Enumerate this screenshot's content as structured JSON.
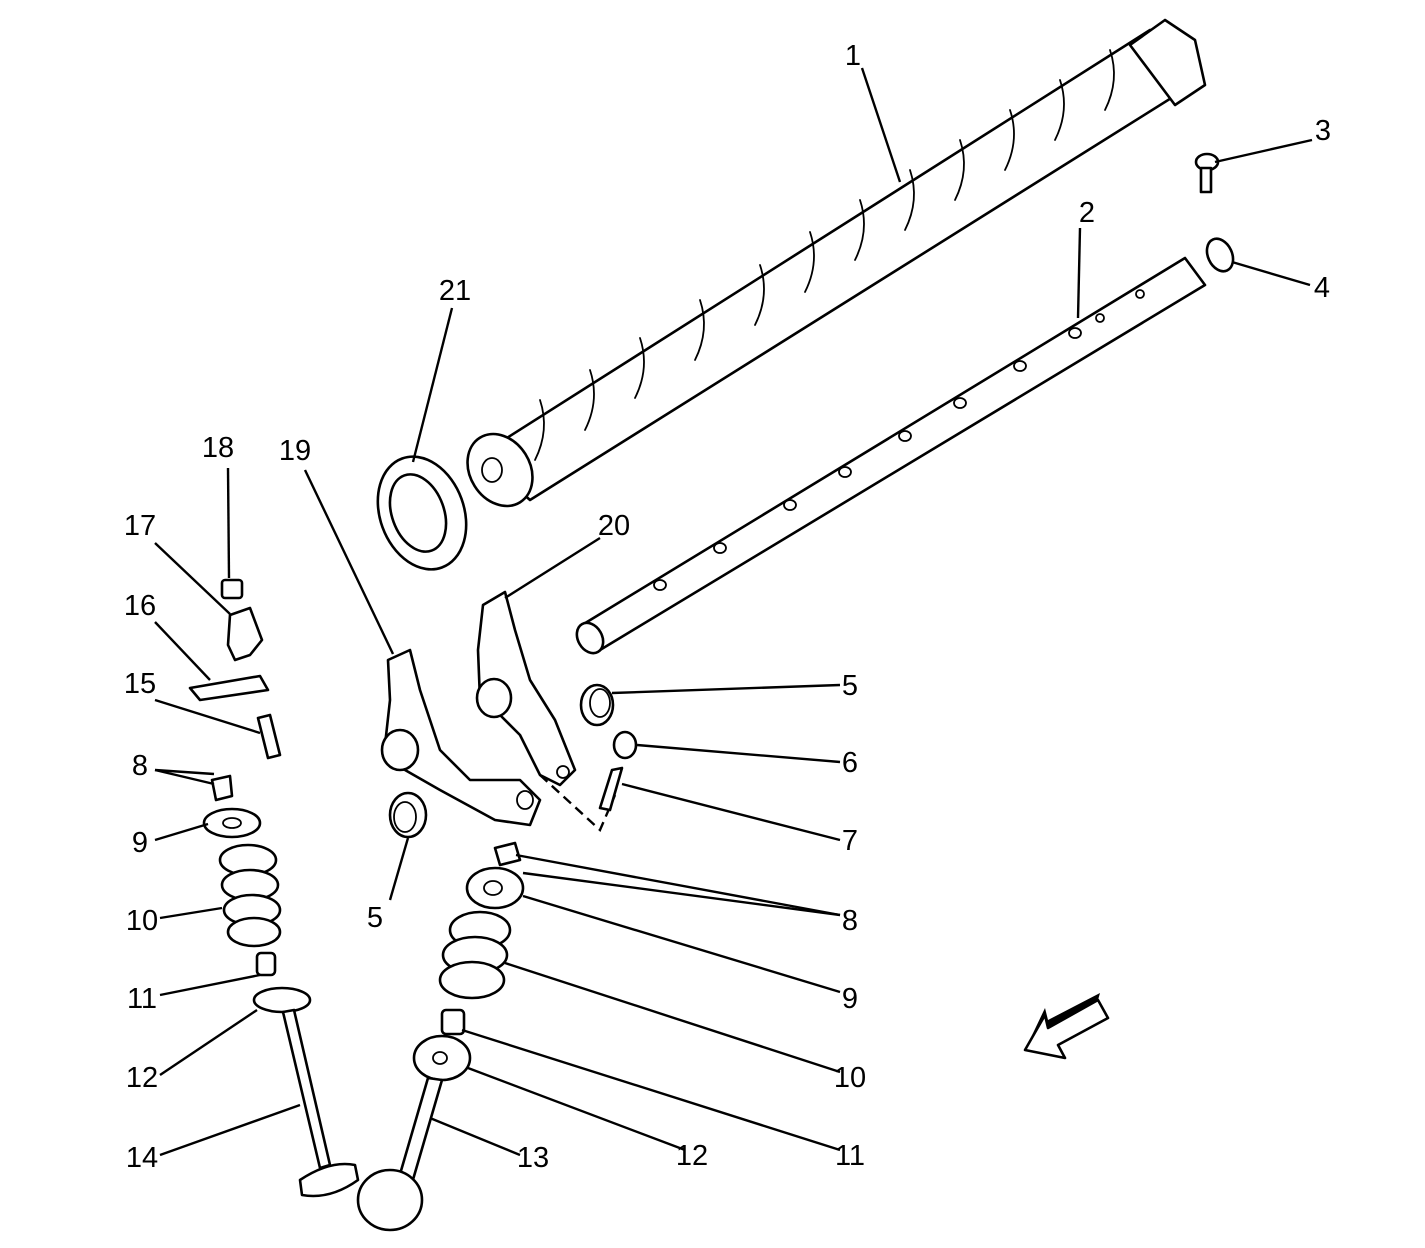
{
  "labels": {
    "camshaft": "1",
    "rocker_shaft": "2",
    "bolt": "3",
    "o_ring": "4",
    "spring_right": "5",
    "spring_left": "5",
    "nut": "6",
    "adjust_screw": "7",
    "keeper_left": "8",
    "keeper_right": "8",
    "retainer_left": "9",
    "retainer_right": "9",
    "valve_spring_left": "10",
    "valve_spring_right": "10",
    "stem_seal_left": "11",
    "stem_seal_right": "11",
    "spring_seat_left": "12",
    "spring_seat_right": "12",
    "intake_valve": "13",
    "exhaust_valve": "14",
    "pin": "15",
    "plate": "16",
    "clip": "17",
    "cap": "18",
    "rocker_arm_left": "19",
    "rocker_arm_right": "20",
    "oil_seal": "21"
  }
}
